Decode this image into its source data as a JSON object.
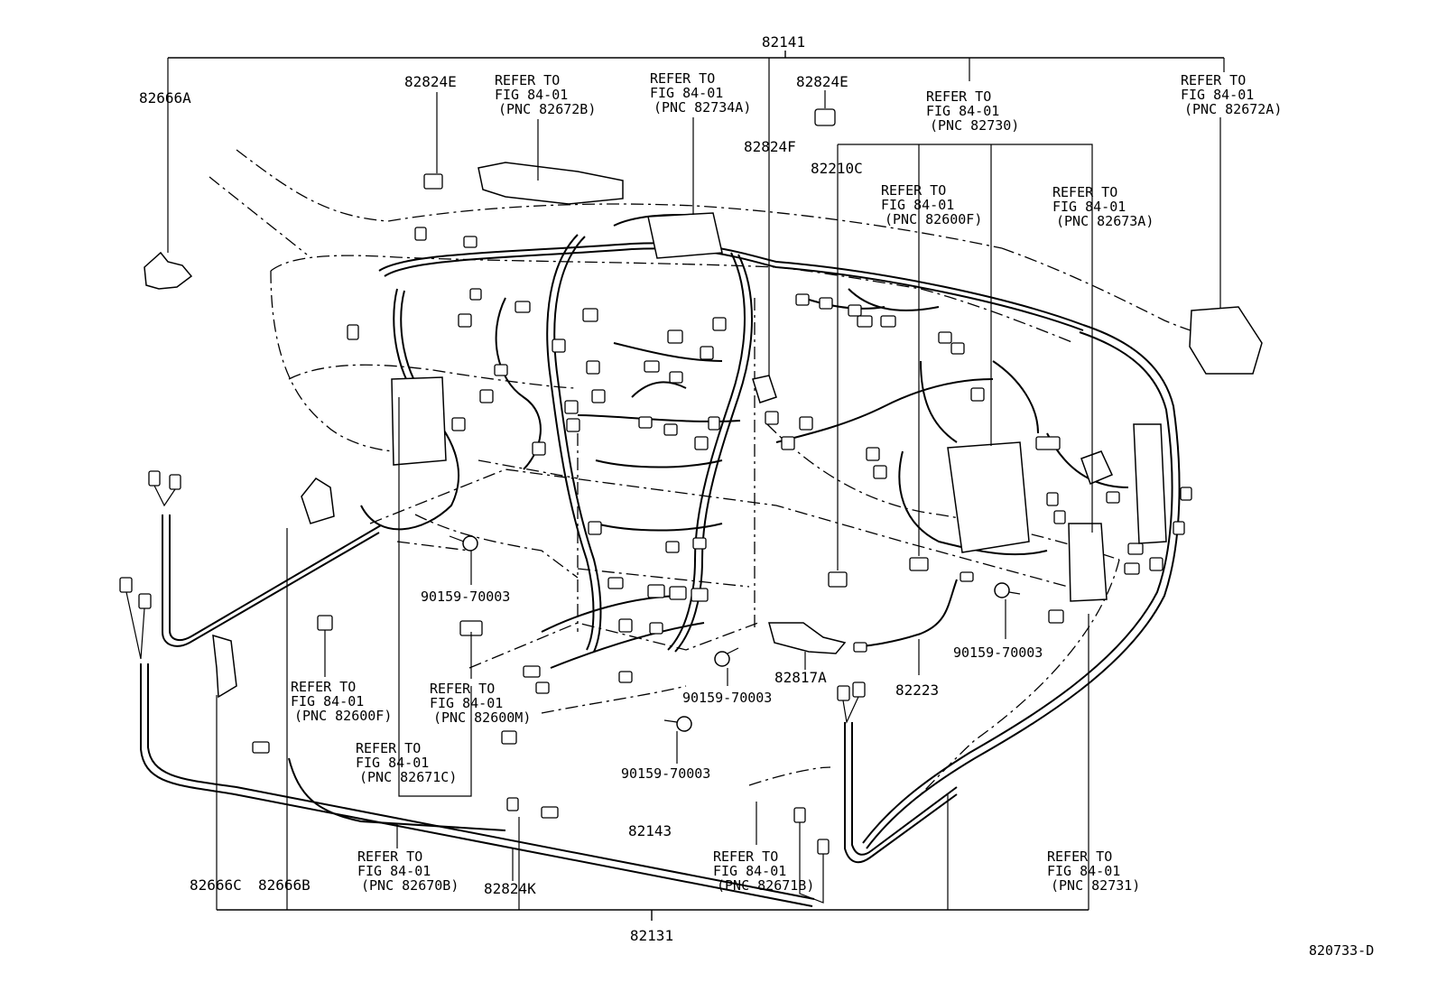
{
  "parts": {
    "p82141": "82141",
    "p82666A": "82666A",
    "p82824E_left": "82824E",
    "p82824E_right": "82824E",
    "p82824F": "82824F",
    "p82210C": "82210C",
    "p82666C": "82666C",
    "p82666B": "82666B",
    "p82824K": "82824K",
    "p82143": "82143",
    "p82131": "82131",
    "p82817A": "82817A",
    "p82223": "82223",
    "bolt_a": "90159-70003",
    "bolt_b": "90159-70003",
    "bolt_c": "90159-70003",
    "bolt_d": "90159-70003"
  },
  "refs": {
    "r82672B": [
      "REFER TO",
      "FIG 84-01",
      "(PNC 82672B)"
    ],
    "r82734A": [
      "REFER TO",
      "FIG 84-01",
      "(PNC 82734A)"
    ],
    "r82730": [
      "REFER TO",
      "FIG 84-01",
      "(PNC 82730)"
    ],
    "r82672A": [
      "REFER TO",
      "FIG 84-01",
      "(PNC 82672A)"
    ],
    "r82600F_top": [
      "REFER TO",
      "FIG 84-01",
      "(PNC 82600F)"
    ],
    "r82673A": [
      "REFER TO",
      "FIG 84-01",
      "(PNC 82673A)"
    ],
    "r82600F_bot": [
      "REFER TO",
      "FIG 84-01",
      "(PNC 82600F)"
    ],
    "r82600M": [
      "REFER TO",
      "FIG 84-01",
      "(PNC 82600M)"
    ],
    "r82671C": [
      "REFER TO",
      "FIG 84-01",
      "(PNC 82671C)"
    ],
    "r82670B": [
      "REFER TO",
      "FIG 84-01",
      "(PNC 82670B)"
    ],
    "r82671B": [
      "REFER TO",
      "FIG 84-01",
      "(PNC 82671B)"
    ],
    "r82731": [
      "REFER TO",
      "FIG 84-01",
      "(PNC 82731)"
    ]
  },
  "figure_id": "820733-D"
}
